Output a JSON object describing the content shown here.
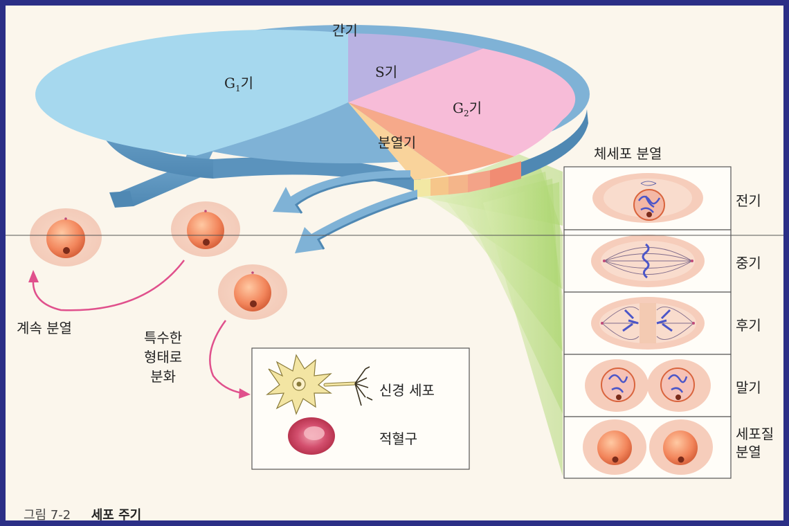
{
  "cycle": {
    "interphase_label": "간기",
    "g1_label": "G",
    "g1_sub": "1",
    "g1_suffix": "기",
    "s_label": "S기",
    "g2_label": "G",
    "g2_sub": "2",
    "g2_suffix": "기",
    "mphase_label": "분열기"
  },
  "mitosis": {
    "title": "체세포 분열",
    "stages": [
      {
        "label": "전기"
      },
      {
        "label": "중기"
      },
      {
        "label": "후기"
      },
      {
        "label": "말기"
      },
      {
        "label": "세포질\n분열"
      }
    ]
  },
  "outcomes": {
    "continue_label": "계속 분열",
    "differentiate_label": "특수한\n형태로\n분화",
    "cells": [
      {
        "label": "신경 세포"
      },
      {
        "label": "적혈구"
      }
    ]
  },
  "caption": {
    "number": "그림 7-2",
    "title": "세포 주기"
  },
  "colors": {
    "background": "#2b2f86",
    "page": "#fbf6ec",
    "g1": "#a6d8ee",
    "s": "#b9b2e2",
    "g2": "#f7bcd8",
    "ring": "#6fa6cb",
    "arrow": "#e0508c",
    "cell": "#f18a5a"
  }
}
